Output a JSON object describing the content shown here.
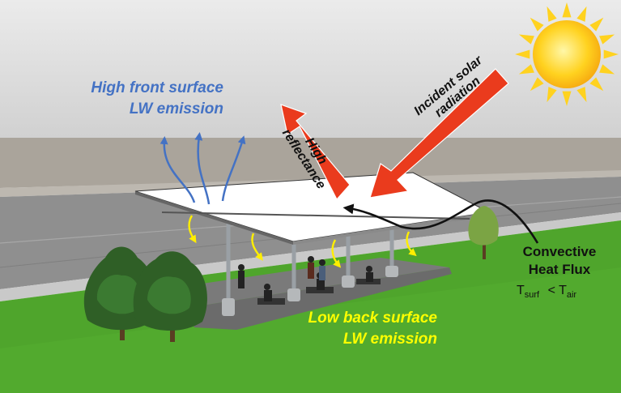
{
  "labels": {
    "front_emission_line1": "High front surface",
    "front_emission_line2": "LW emission",
    "reflectance_line1": "High",
    "reflectance_line2": "reflectance",
    "solar_line1": "Incident solar",
    "solar_line2": "radiation",
    "convective_line1": "Convective",
    "convective_line2": "Heat Flux",
    "temp_left_main": "T",
    "temp_left_sub": "surf",
    "temp_operator": "<",
    "temp_right_main": "T",
    "temp_right_sub": "air",
    "back_emission_line1": "Low back surface",
    "back_emission_line2": "LW emission"
  },
  "colors": {
    "front_emission": "#4472c4",
    "back_emission": "#ffff00",
    "solar_arrow": "#ea3b1d",
    "sun": "#ffd21f",
    "grass": "#4fa52c",
    "canopy": "#ffffff"
  },
  "icons": [
    "sun-icon",
    "tree-icon",
    "person-icon",
    "bench-icon",
    "arrow-icon"
  ]
}
